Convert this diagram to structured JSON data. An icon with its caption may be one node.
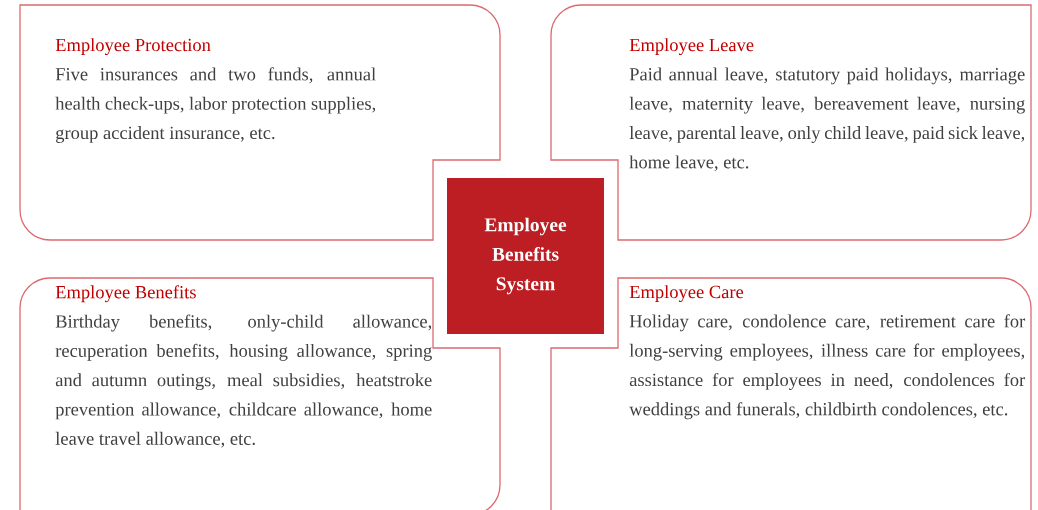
{
  "diagram": {
    "nodes": [
      {
        "text": [
          "Employee Protection",
          "Five insurances and two funds, annual health check-ups, labor protection supplies, group accident insurance, etc."
        ]
      },
      {
        "text": [
          "Employee Leave",
          "Paid annual leave, statutory paid holidays, marriage leave, maternity leave, bereavement leave, nursing leave, parental leave, only child leave, paid sick leave, home leave, etc."
        ]
      },
      {
        "text": [
          "Employee Benefits System"
        ]
      },
      {
        "text": [
          "Employee Benefits",
          "Birthday benefits, only-child allowance, recuperation benefits, housing allowance, spring and autumn outings, meal subsidies, heatstroke prevention allowance, childcare allowance, home leave travel allowance, etc."
        ]
      },
      {
        "text": [
          "Employee Care",
          "Holiday care, condolence care, retirement care for long-serving employees, illness care for employees, assistance for employees in need, condolences for weddings and funerals, childbirth condolences, etc."
        ]
      }
    ]
  }
}
